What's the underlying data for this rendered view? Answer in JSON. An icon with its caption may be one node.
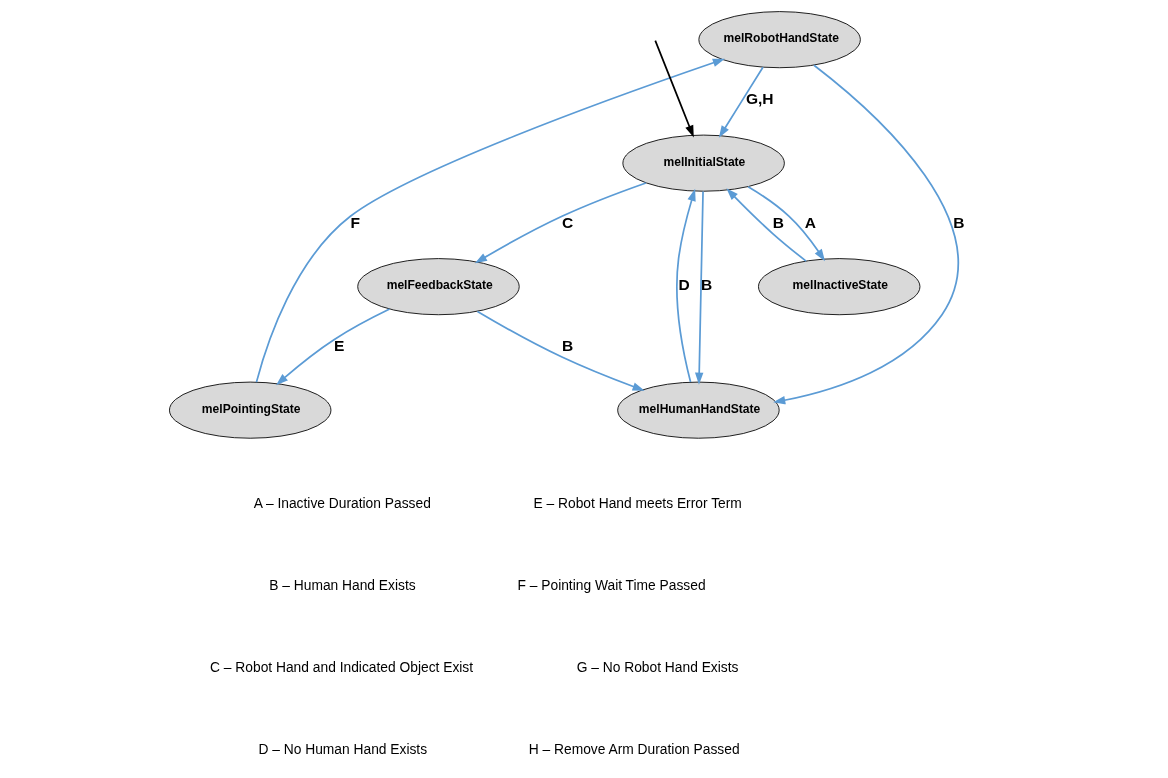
{
  "diagram": {
    "nodes": [
      {
        "text": [
          "melRobotHandState"
        ]
      },
      {
        "text": [
          "melPointingState"
        ]
      },
      {
        "text": [
          "melInactiveState"
        ]
      },
      {
        "text": [
          "melFeedbackState"
        ]
      },
      {
        "text": [
          "melInitialState"
        ]
      },
      {
        "text": [
          "melHumanHandState"
        ]
      }
    ],
    "edges": [
      {
        "from": 1,
        "to": 0,
        "arrow": "to",
        "label": "F"
      },
      {
        "from": 0,
        "to": 4,
        "arrow": "to",
        "label": "G,H"
      },
      {
        "from": 0,
        "to": 5,
        "arrow": "to",
        "label": "B"
      },
      {
        "from": 3,
        "to": 1,
        "arrow": "to",
        "label": "E"
      },
      {
        "from": 2,
        "to": 4,
        "arrow": "to",
        "label": "B"
      },
      {
        "from": 4,
        "to": 2,
        "arrow": "to",
        "label": "A"
      },
      {
        "from": 4,
        "to": 3,
        "arrow": "to",
        "label": "C"
      },
      {
        "from": 4,
        "to": 5,
        "arrow": "to",
        "label": "B"
      },
      {
        "from": 3,
        "to": 5,
        "arrow": "to",
        "label": "B"
      },
      {
        "from": 5,
        "to": 4,
        "arrow": "to",
        "label": "D"
      },
      {
        "from": null,
        "to": 4,
        "arrow": "to",
        "color": "#000000"
      }
    ],
    "labels": [
      "A – Inactive Duration Passed",
      "E – Robot Hand meets Error Term",
      "B – Human Hand Exists",
      "F – Pointing Wait Time Passed",
      "C – Robot Hand and Indicated Object Exist",
      "G – No Robot Hand Exists",
      "D – No Human Hand Exists",
      "H – Remove Arm Duration Passed"
    ]
  }
}
